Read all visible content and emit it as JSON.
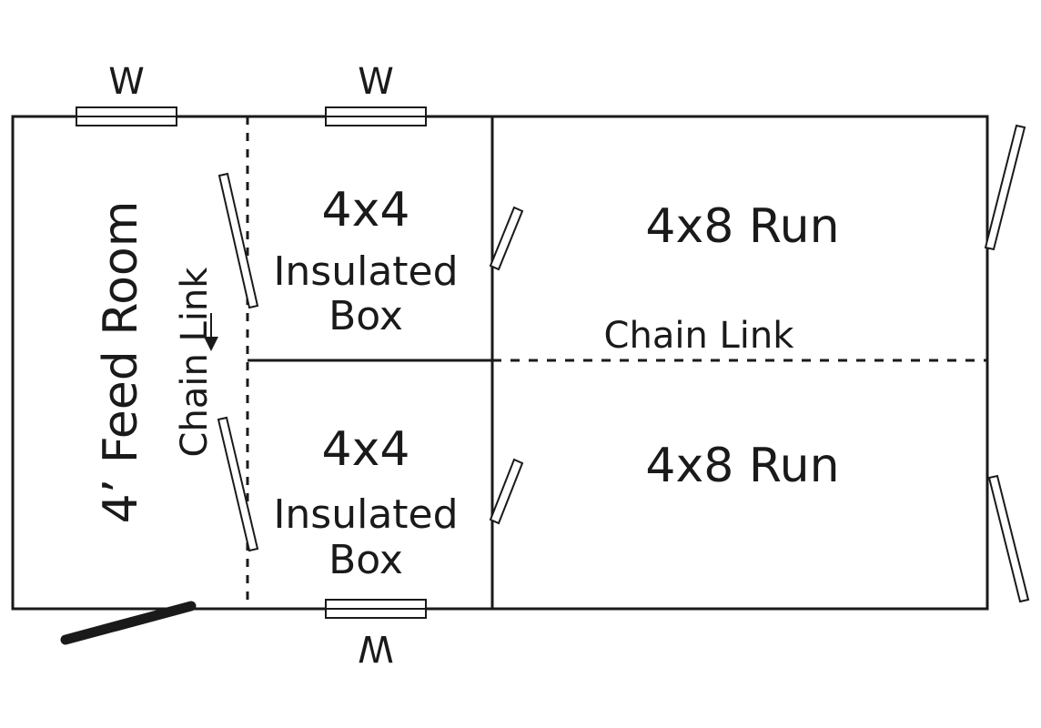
{
  "floor_plan": {
    "feed_room": {
      "label": "4’ Feed Room"
    },
    "chain_link_vertical": {
      "label": "Chain Link"
    },
    "chain_link_horizontal": {
      "label": "Chain Link"
    },
    "box_top": {
      "size": "4x4",
      "line1": "Insulated",
      "line2": "Box"
    },
    "box_bottom": {
      "size": "4x4",
      "line1": "Insulated",
      "line2": "Box"
    },
    "run_top": {
      "label": "4x8 Run"
    },
    "run_bottom": {
      "label": "4x8 Run"
    },
    "window_top_left": {
      "label": "W"
    },
    "window_top_mid": {
      "label": "W"
    },
    "window_bottom": {
      "label": "W"
    },
    "colors": {
      "line": "#1a1a1a",
      "background": "#ffffff"
    }
  }
}
